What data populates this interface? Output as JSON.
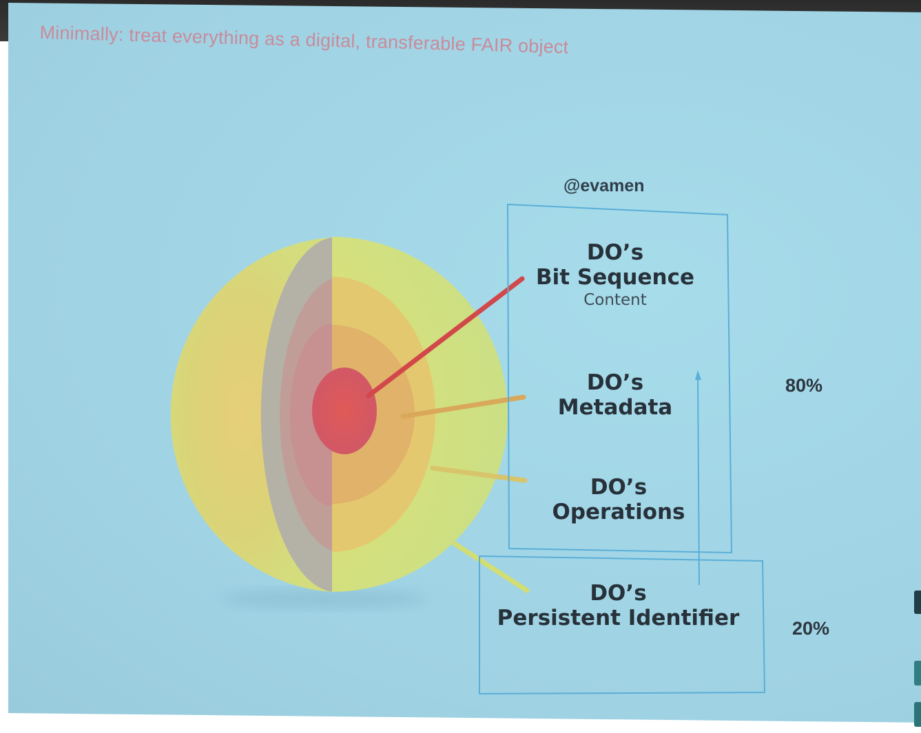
{
  "slide": {
    "title": "Minimally: treat everything as a digital, transferable FAIR object",
    "handle": "@evamen"
  },
  "layers": {
    "bit_sequence": {
      "line1": "DO’s",
      "line2": "Bit Sequence",
      "line3": "Content"
    },
    "metadata": {
      "line1": "DO’s",
      "line2": "Metadata"
    },
    "operations": {
      "line1": "DO’s",
      "line2": "Operations"
    },
    "identifier": {
      "line1": "DO’s",
      "line2": "Persistent Identifier"
    }
  },
  "percentages": {
    "upper": "80%",
    "lower": "20%"
  },
  "colors": {
    "screen": "#a2d6e6",
    "title": "#c98b9b",
    "box_outline": "#5aaed8",
    "core": "#d9565f",
    "pointer_red": "#d2484a",
    "outer_shell": "#d4e07a"
  }
}
